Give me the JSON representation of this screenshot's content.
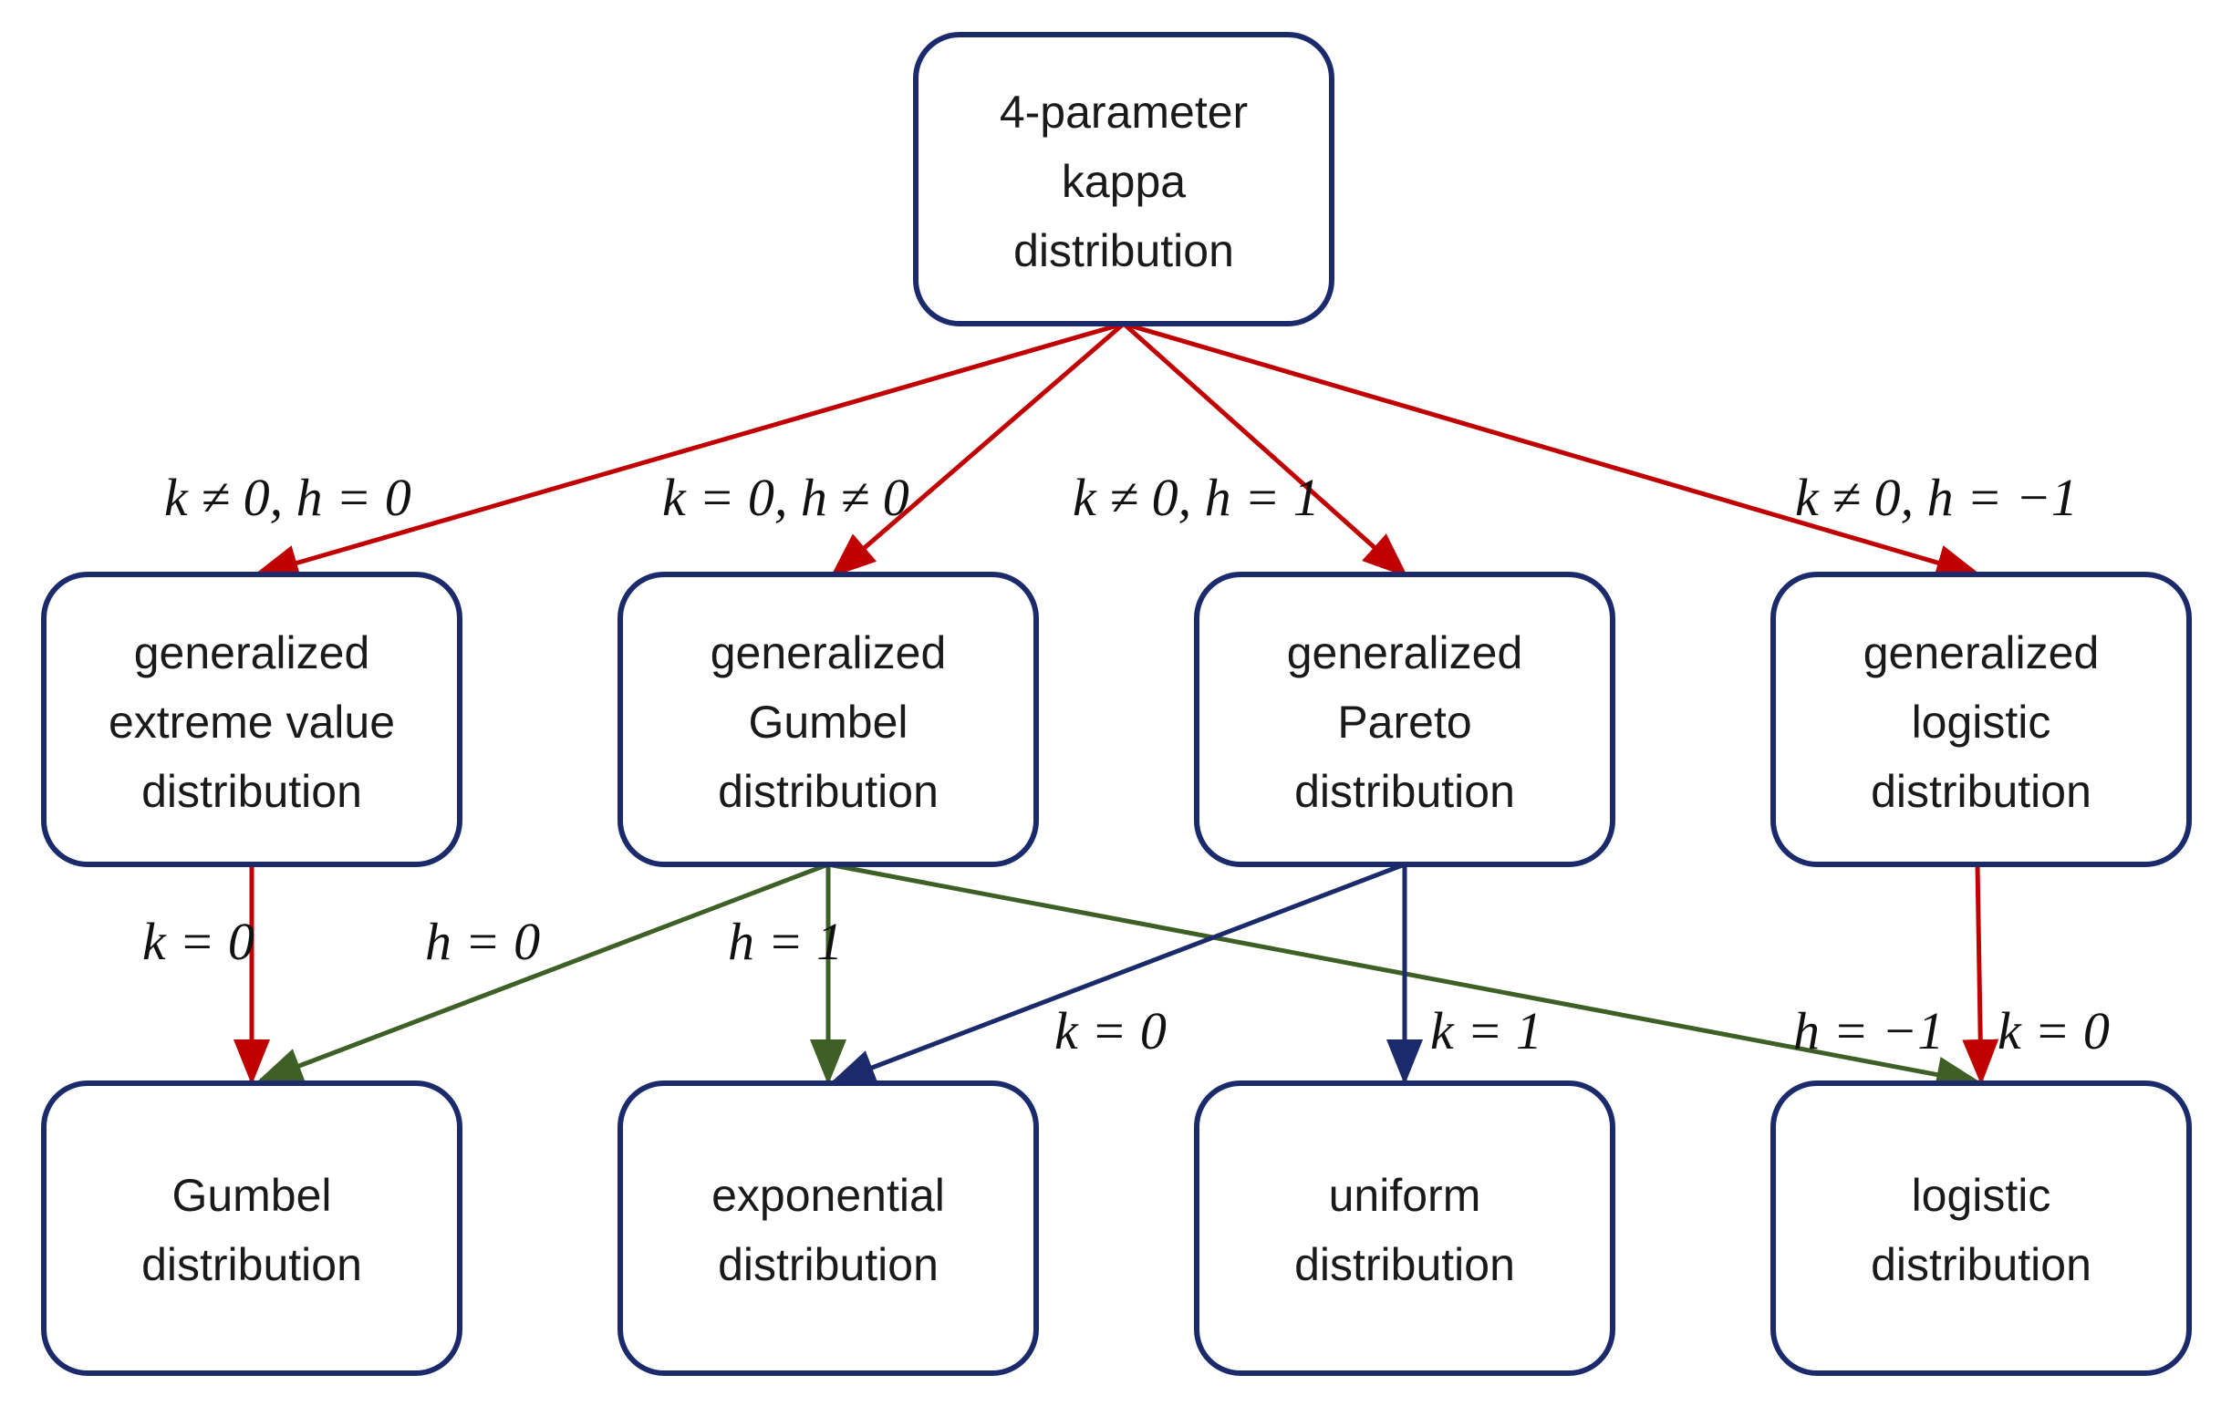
{
  "colors": {
    "node_border": "#1b2a6b",
    "red": "#c00000",
    "green": "#3e6027",
    "navy": "#1b2a6b"
  },
  "nodes": {
    "kappa": [
      "4-parameter",
      "kappa",
      "distribution"
    ],
    "gev": [
      "generalized",
      "extreme value",
      "distribution"
    ],
    "ggumbel": [
      "generalized",
      "Gumbel",
      "distribution"
    ],
    "gpareto": [
      "generalized",
      "Pareto",
      "distribution"
    ],
    "glogistic": [
      "generalized",
      "logistic",
      "distribution"
    ],
    "gumbel": [
      "Gumbel",
      "distribution"
    ],
    "exponential": [
      "exponential",
      "distribution"
    ],
    "uniform": [
      "uniform",
      "distribution"
    ],
    "logistic": [
      "logistic",
      "distribution"
    ]
  },
  "edge_labels": {
    "kappa_gev": "k ≠ 0, h = 0",
    "kappa_ggumbel": "k = 0, h ≠ 0",
    "kappa_gpareto": "k ≠ 0, h = 1",
    "kappa_glogistic": "k ≠ 0, h = −1",
    "gev_gumbel": "k = 0",
    "ggumbel_gumbel": "h = 0",
    "ggumbel_exponential": "h = 1",
    "gpareto_exponential": "k = 0",
    "gpareto_uniform": "k = 1",
    "ggumbel_logistic": "h = −1",
    "glogistic_logistic": "k = 0"
  }
}
